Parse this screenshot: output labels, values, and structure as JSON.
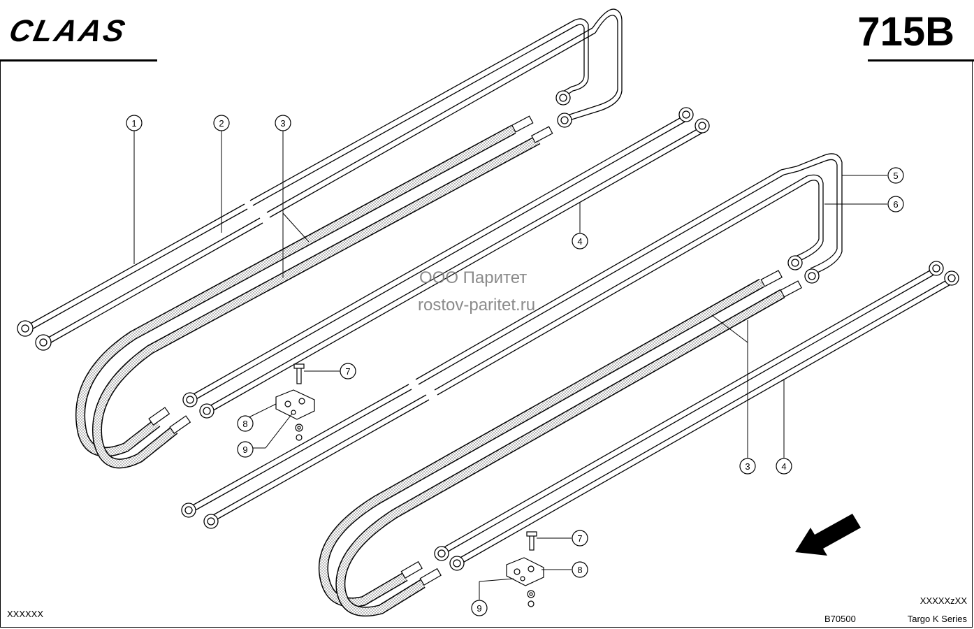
{
  "header": {
    "brand": "CLAAS",
    "page_number": "715B"
  },
  "watermark": {
    "line1": "ООО Паритет",
    "line2": "rostov-paritet.ru"
  },
  "footer": {
    "left_code": "XXXXXX",
    "right_code": "XXXXXzXX",
    "drawing_number": "B70500",
    "series": "Targo K Series"
  },
  "callouts": {
    "c1": "1",
    "c2": "2",
    "c3a": "3",
    "c4a": "4",
    "c5": "5",
    "c6": "6",
    "c7a": "7",
    "c8a": "8",
    "c9a": "9",
    "c3b": "3",
    "c4b": "4",
    "c7b": "7",
    "c8b": "8",
    "c9b": "9"
  }
}
